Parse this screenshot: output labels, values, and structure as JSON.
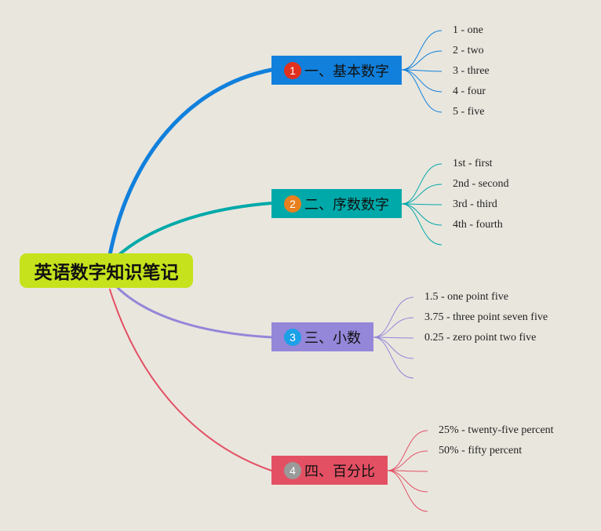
{
  "root": {
    "label": "英语数字知识笔记",
    "color": "#c6e21c"
  },
  "branches": [
    {
      "badge": "1",
      "label": "一、基本数字",
      "color": "#1180dc",
      "badge_color": "#e0301e",
      "items": [
        "1 - one",
        "2 - two",
        "3 - three",
        "4 - four",
        "5 - five"
      ]
    },
    {
      "badge": "2",
      "label": "二、序数数字",
      "color": "#00a9a9",
      "badge_color": "#e8801e",
      "items": [
        "1st - first",
        "2nd - second",
        "3rd - third",
        "4th - fourth"
      ]
    },
    {
      "badge": "3",
      "label": "三、小数",
      "color": "#9486d8",
      "badge_color": "#1ca0e8",
      "items": [
        "1.5 - one point five",
        "3.75 - three point seven five",
        "0.25 - zero point two five"
      ]
    },
    {
      "badge": "4",
      "label": "四、百分比",
      "color": "#e35063",
      "badge_color": "#9a9a9a",
      "items": [
        "25% - twenty-five percent",
        "50% - fifty percent"
      ]
    }
  ]
}
